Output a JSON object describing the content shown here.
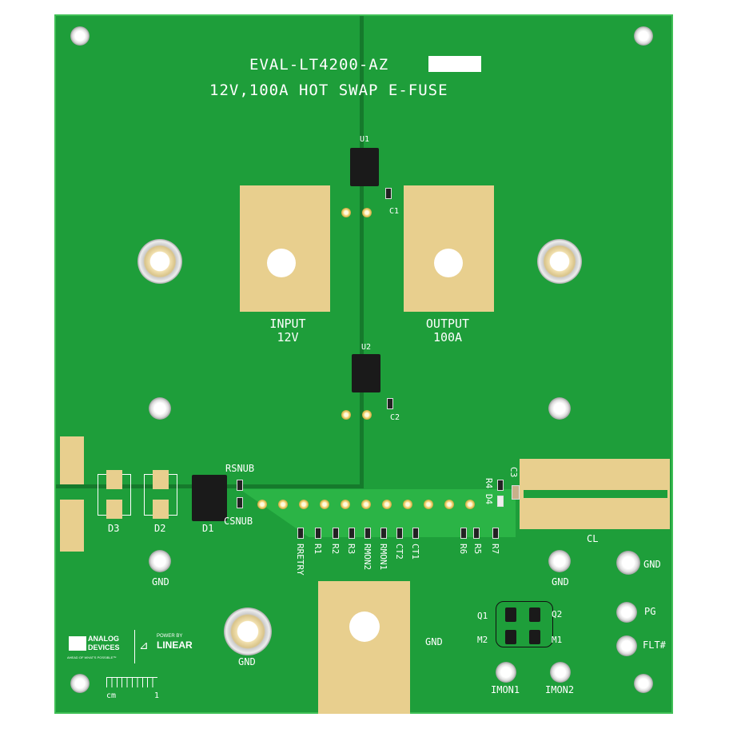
{
  "board": {
    "title": "EVAL-LT4200-AZ",
    "subtitle": "12V,100A HOT SWAP E-FUSE",
    "colors": {
      "soldermask": "#1e9e3a",
      "copper_pad": "#e8cf8e",
      "silkscreen": "#ffffff"
    }
  },
  "pads": {
    "input": [
      "INPUT",
      "12V"
    ],
    "output": [
      "OUTPUT",
      "100A"
    ],
    "gnd": "GND",
    "cl": "CL"
  },
  "refdes": {
    "u1": "U1",
    "u2": "U2",
    "c1": "C1",
    "c2": "C2",
    "c3": "C3",
    "d1": "D1",
    "d2": "D2",
    "d3": "D3",
    "d4": "D4",
    "rsnub": "RSNUB",
    "csnub": "CSNUB",
    "r4": "R4",
    "vertical": [
      "RRETRY",
      "R1",
      "R2",
      "R3",
      "RMON2",
      "RMON1",
      "CT2",
      "CT1",
      "R6",
      "R5",
      "R7"
    ],
    "q1": "Q1",
    "q2": "Q2",
    "m1": "M1",
    "m2": "M2"
  },
  "testpoints": {
    "gnd_left": "GND",
    "gnd_mid": "GND",
    "gnd_right": "GND",
    "gnd_far": "GND",
    "gnd_big": "GND",
    "pg": "PG",
    "flt": "FLT#",
    "imon1": "IMON1",
    "imon2": "IMON2"
  },
  "logos": {
    "adi": [
      "ANALOG",
      "DEVICES",
      "AHEAD OF WHAT'S POSSIBLE™"
    ],
    "linear": [
      "POWER BY",
      "LINEAR"
    ]
  },
  "ruler": {
    "unit": "cm",
    "end": "1"
  }
}
